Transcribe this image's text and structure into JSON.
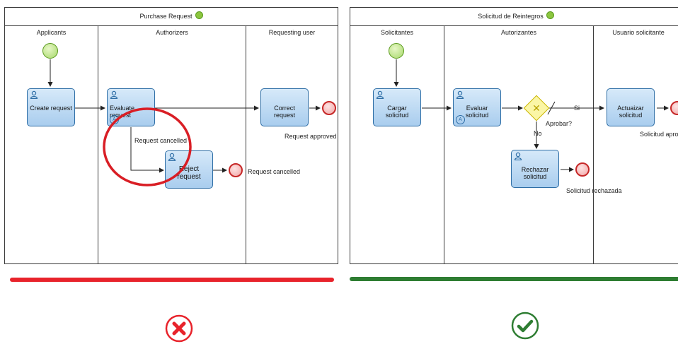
{
  "left_diagram": {
    "title": "Purchase Request",
    "lanes": [
      "Applicants",
      "Authorizers",
      "Requesting user"
    ],
    "tasks": {
      "create": "Create request",
      "evaluate": "Evaluate request",
      "correct": "Correct request",
      "reject": "Reject request"
    },
    "labels": {
      "approved": "Request approved",
      "cancelled_flow": "Request cancelled",
      "cancelled_end": "Request cancelled"
    }
  },
  "right_diagram": {
    "title": "Solicitud de Reintegros",
    "lanes": [
      "Solicitantes",
      "Autorizantes",
      "Usuario solicitante"
    ],
    "tasks": {
      "cargar": "Cargar solicitud",
      "evaluar": "Evaluar solicitud",
      "actualizar": "Actuaizar solicitud",
      "rechazar": "Rechazar solicitud"
    },
    "gateway_label": "Aprobar?",
    "labels": {
      "si": "Si",
      "no": "No",
      "aprobada": "Solicitud aprobada",
      "rechazada": "Solicitud rechazada"
    }
  },
  "verdicts": {
    "left": "incorrect",
    "right": "correct"
  },
  "colors": {
    "bad": "#e8232b",
    "good": "#2e7d32",
    "task_border": "#2e6ea6",
    "start_green": "#8cc63f",
    "end_red": "#c62828",
    "highlight_circle": "#d91e25",
    "gateway": "#fbf6a6"
  }
}
